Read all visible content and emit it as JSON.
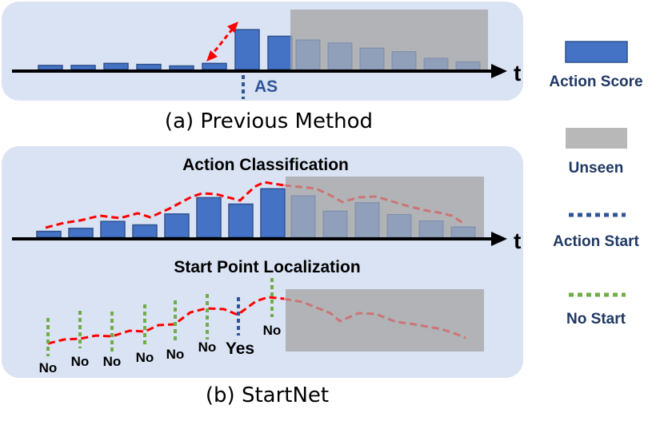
{
  "colors": {
    "panel": "#dae3f3",
    "bar": "#4472c4",
    "bar_edge": "#2f528f",
    "unseen": "#a6a6a6",
    "axis": "#000000",
    "score_curve": "#ff0000",
    "action_start": "#2f5597",
    "no_start": "#70ad47",
    "label_blue": "#2f5597"
  },
  "panel_a": {
    "axis_label": "t",
    "marker_label": "AS",
    "bar_scores": [
      0.08,
      0.08,
      0.12,
      0.1,
      0.07,
      0.12,
      0.78,
      0.65
    ],
    "unseen_scores": [
      0.58,
      0.52,
      0.42,
      0.35,
      0.22,
      0.15
    ],
    "caption": "(a) Previous Method"
  },
  "panel_b": {
    "section1_title": "Action Classification",
    "axis_label": "t",
    "bar_scores": [
      0.12,
      0.18,
      0.32,
      0.25,
      0.47,
      0.8,
      0.67,
      0.98
    ],
    "unseen_scores": [
      0.84,
      0.53,
      0.7,
      0.46,
      0.33,
      0.21
    ],
    "section2_title": "Start Point Localization",
    "point_labels": [
      "No",
      "No",
      "No",
      "No",
      "No",
      "No",
      "Yes",
      "No"
    ],
    "caption": "(b) StartNet"
  },
  "legend": {
    "action_score": "Action Score",
    "unseen": "Unseen",
    "action_start": "Action Start",
    "no_start": "No Start"
  }
}
